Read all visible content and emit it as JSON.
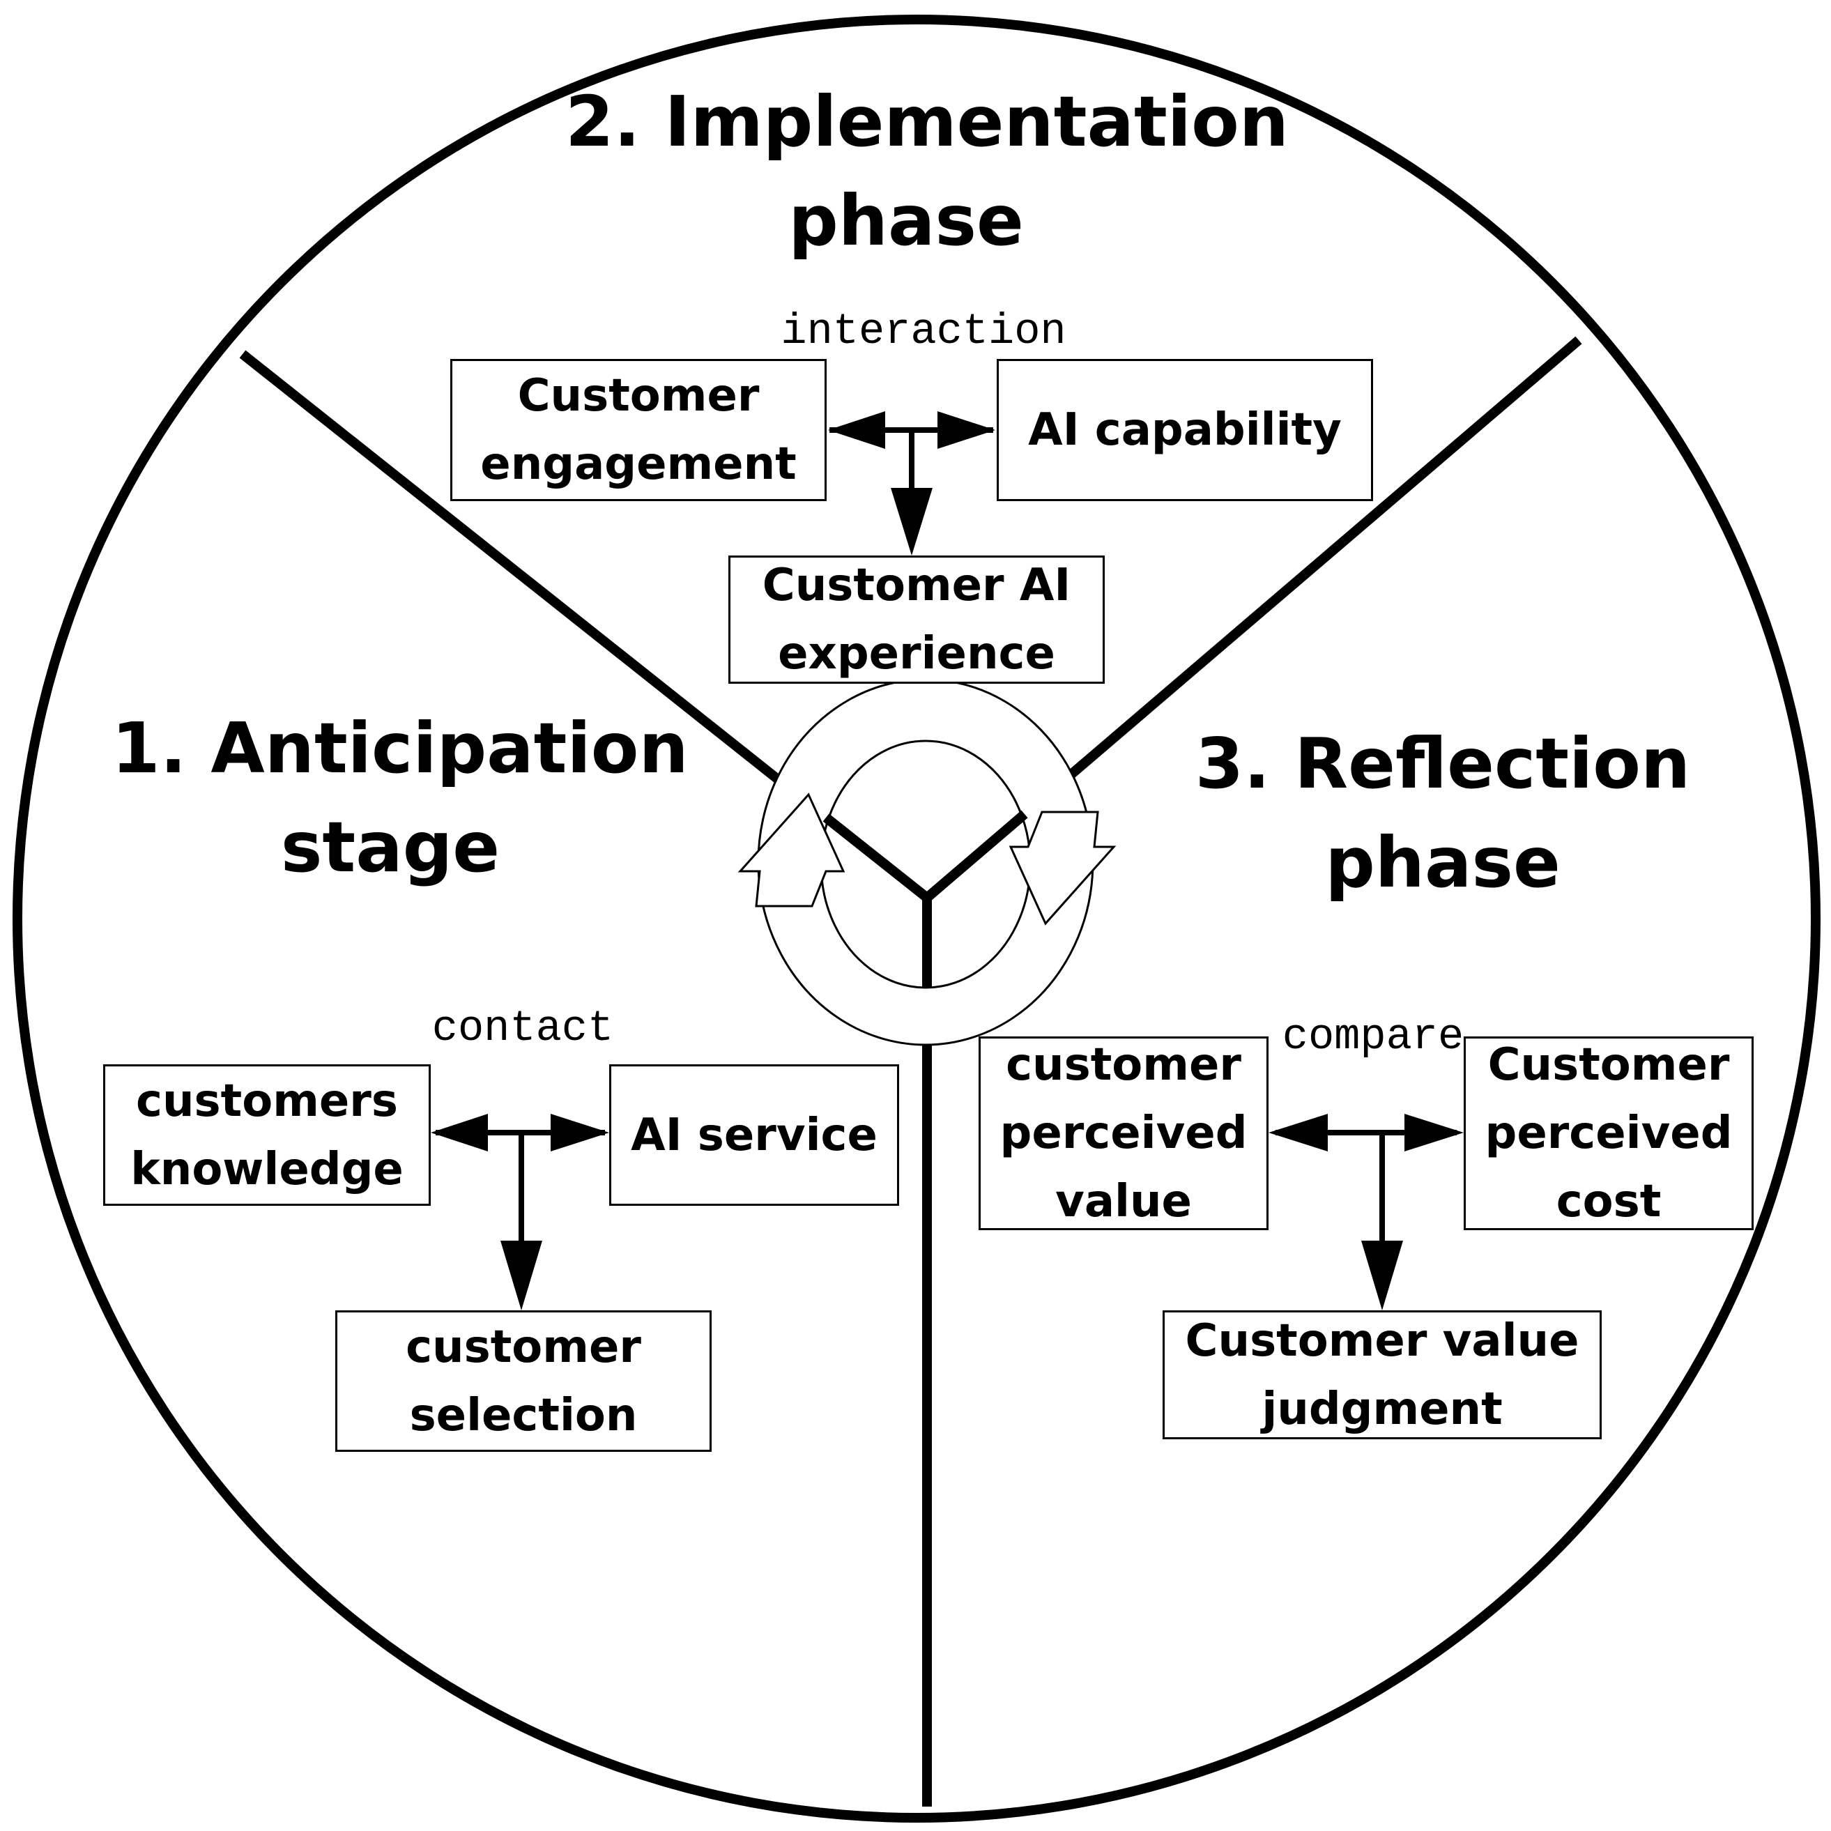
{
  "stages": {
    "anticipation": {
      "title_line1": "1. Anticipation",
      "title_line2": "stage"
    },
    "implementation": {
      "title_line1": "2. Implementation",
      "title_line2": "phase"
    },
    "reflection": {
      "title_line1": "3. Reflection",
      "title_line2": "phase"
    }
  },
  "anticipation": {
    "relation": "contact",
    "left_box": {
      "line1": "customers",
      "line2": "knowledge"
    },
    "right_box": {
      "line1": "AI service"
    },
    "result_box": {
      "line1": "customer",
      "line2": "selection"
    }
  },
  "implementation": {
    "relation": "interaction",
    "left_box": {
      "line1": "Customer",
      "line2": "engagement"
    },
    "right_box": {
      "line1": "AI capability"
    },
    "result_box": {
      "line1": "Customer AI",
      "line2": "experience"
    }
  },
  "reflection": {
    "relation": "compare",
    "left_box": {
      "line1": "customer",
      "line2": "perceived",
      "line3": "value"
    },
    "right_box": {
      "line1": "Customer",
      "line2": "perceived",
      "line3": "cost"
    },
    "result_box": {
      "line1": "Customer value",
      "line2": "judgment"
    }
  }
}
